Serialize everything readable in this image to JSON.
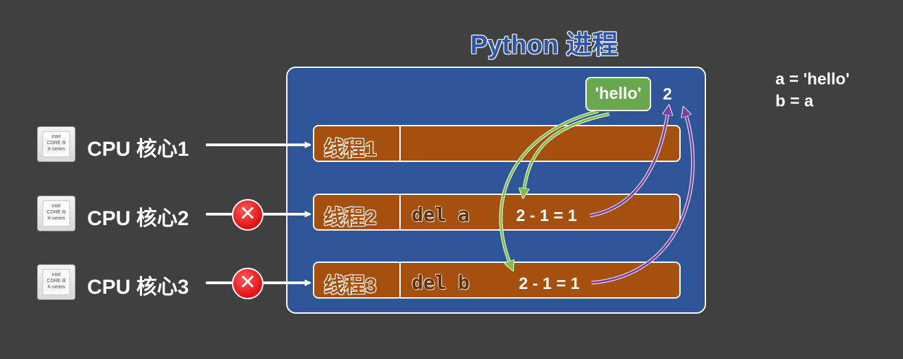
{
  "title": "Python 进程",
  "object": {
    "label": "'hello'",
    "refcount": "2"
  },
  "code_note": {
    "line1": "a = 'hello'",
    "line2": "b = a"
  },
  "cpus": [
    {
      "label": "CPU 核心1",
      "chip_brand": "intel",
      "chip_model": "CORE i9",
      "chip_series": "X-series",
      "blocked": false
    },
    {
      "label": "CPU 核心2",
      "chip_brand": "intel",
      "chip_model": "CORE i9",
      "chip_series": "X-series",
      "blocked": true
    },
    {
      "label": "CPU 核心3",
      "chip_brand": "intel",
      "chip_model": "CORE i9",
      "chip_series": "X-series",
      "blocked": true
    }
  ],
  "threads": [
    {
      "label": "线程1",
      "code": "",
      "calc": ""
    },
    {
      "label": "线程2",
      "code": "del a",
      "calc": "2 - 1 = 1"
    },
    {
      "label": "线程3",
      "code": "del b",
      "calc": "2 - 1 = 1"
    }
  ],
  "icons": {
    "blocked": "red-x-circle-icon",
    "cpu": "cpu-chip-icon"
  },
  "colors": {
    "background": "#404040",
    "process_fill": "#2e5597",
    "thread_fill": "#a5500e",
    "object_fill": "#6aa84f",
    "green_arrow": "#7cc142",
    "purple_arrow": "#7a3fa8",
    "blocked": "#e01010"
  }
}
